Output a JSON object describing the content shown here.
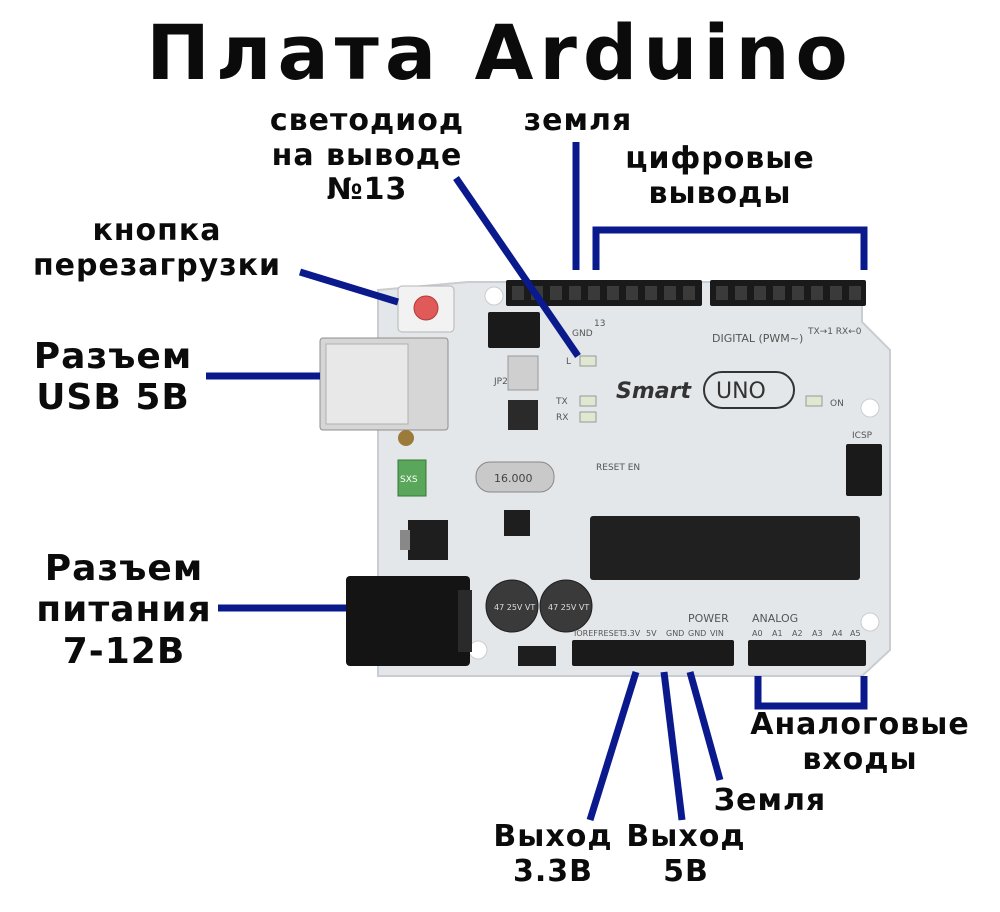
{
  "title": "Плата Arduino",
  "labels": {
    "led13": [
      "светодиод",
      "на выводе",
      "№13"
    ],
    "ground_top": "земля",
    "digital": [
      "цифровые",
      "выводы"
    ],
    "reset": [
      "кнопка",
      "перезагрузки"
    ],
    "usb": [
      "Разъем",
      "USB 5В"
    ],
    "power_jack": [
      "Разъем",
      "питания",
      "7-12В"
    ],
    "analog": [
      "Аналоговые",
      "входы"
    ],
    "ground_bottom": "Земля",
    "out33": [
      "Выход",
      "3.3В"
    ],
    "out5": [
      "Выход",
      "5В"
    ]
  },
  "board": {
    "brand": "Smart",
    "model": "UNO",
    "silk_digital": "DIGITAL (PWM~)",
    "silk_power": "POWER",
    "silk_analog": "ANALOG",
    "silk_on": "ON",
    "silk_icsp": "ICSP",
    "silk_tx": "TX",
    "silk_rx": "RX",
    "silk_l": "L",
    "silk_reset_en": "RESET EN",
    "silk_jp2": "JP2",
    "silk_crystal": "16.000",
    "silk_fuse": "SXS",
    "silk_gnd_top": "GND",
    "silk_13": "13",
    "silk_txrx_digital": "TX→1  RX←0",
    "cap_label": "47 25V VT",
    "power_pins": [
      "IOREF",
      "RESET",
      "3.3V",
      "5V",
      "GND",
      "GND",
      "VIN"
    ],
    "analog_pins": [
      "A0",
      "A1",
      "A2",
      "A3",
      "A4",
      "A5"
    ]
  },
  "colors": {
    "leader": "#0a1a8c",
    "board": "#e4e7ea",
    "title": "#0b0b0b"
  }
}
